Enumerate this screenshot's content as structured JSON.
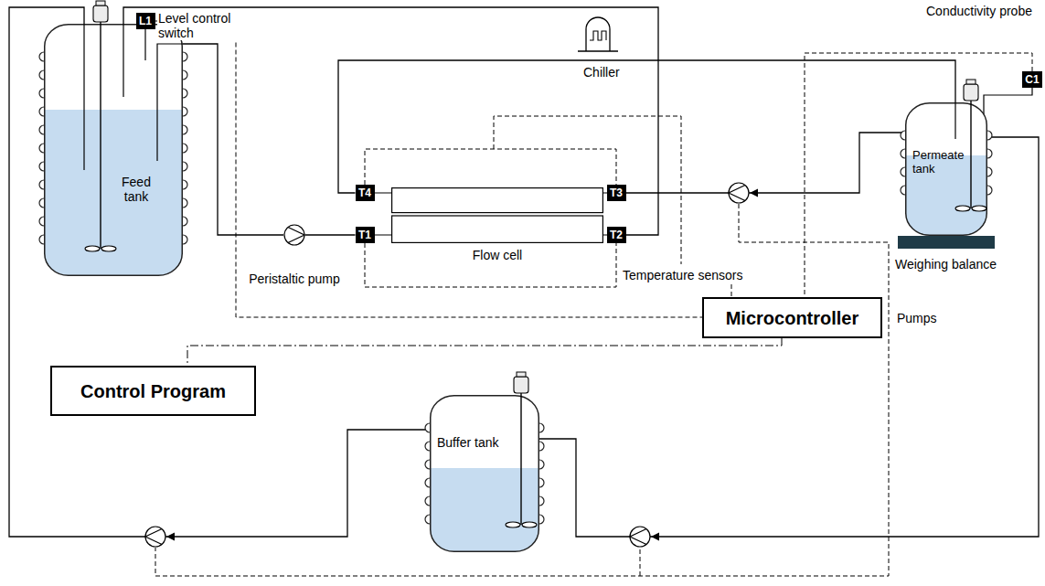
{
  "diagram": {
    "nodes": [
      {
        "text": [
          "L1"
        ]
      },
      {
        "text": [
          "Feed tank"
        ]
      },
      {
        "text": [
          "C1"
        ]
      },
      {
        "text": [
          "Permeate tank"
        ]
      },
      {
        "text": [
          "T4"
        ]
      },
      {
        "text": [
          "T3"
        ]
      },
      {
        "text": [
          "T1"
        ]
      },
      {
        "text": [
          "T2"
        ]
      },
      {
        "text": [
          "Flow cell"
        ]
      },
      {
        "text": [
          "Peristaltic pump"
        ]
      },
      {
        "text": [
          "Microcontroller"
        ]
      },
      {
        "text": [
          "Control Program"
        ]
      },
      {
        "text": [
          "Buffer tank"
        ]
      }
    ],
    "edges": [
      {
        "from": 1,
        "to": 9,
        "arrow": "none"
      },
      {
        "from": 9,
        "to": 6,
        "arrow": "none"
      },
      {
        "from": 7,
        "to": 1,
        "arrow": "none"
      },
      {
        "from": 4,
        "to": 3,
        "arrow": "none"
      },
      {
        "from": 3,
        "to": 5,
        "arrow": "none"
      },
      {
        "from": 3,
        "to": 12,
        "arrow": "none"
      },
      {
        "from": 12,
        "to": 1,
        "arrow": "none"
      },
      {
        "from": 0,
        "to": 10,
        "arrow": "none"
      },
      {
        "from": 2,
        "to": 10,
        "arrow": "none"
      },
      {
        "from": 10,
        "to": 11,
        "arrow": "none"
      }
    ],
    "labels": [
      "Level control switch",
      "Chiller",
      "Conductivity probe",
      "Temperature sensors",
      "Weighing balance",
      "Pumps"
    ]
  }
}
